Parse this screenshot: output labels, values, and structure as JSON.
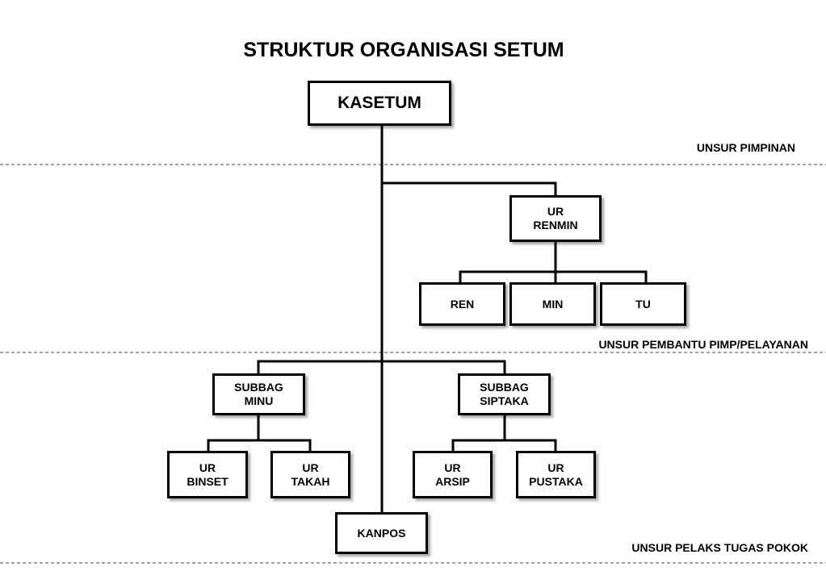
{
  "title": "STRUKTUR ORGANISASI SETUM",
  "nodes": {
    "kasetum": "KASETUM",
    "ur_renmin": "UR\nRENMIN",
    "ren": "REN",
    "min": "MIN",
    "tu": "TU",
    "subbag_minu": "SUBBAG\nMINU",
    "subbag_siptaka": "SUBBAG\nSIPTAKA",
    "ur_binset": "UR\nBINSET",
    "ur_takah": "UR\nTAKAH",
    "ur_arsip": "UR\nARSIP",
    "ur_pustaka": "UR\nPUSTAKA",
    "kanpos": "KANPOS"
  },
  "zones": {
    "pimpinan": "UNSUR PIMPINAN",
    "pembantu": "UNSUR PEMBANTU PIMP/PELAYANAN",
    "pelaks": "UNSUR PELAKS TUGAS POKOK"
  }
}
